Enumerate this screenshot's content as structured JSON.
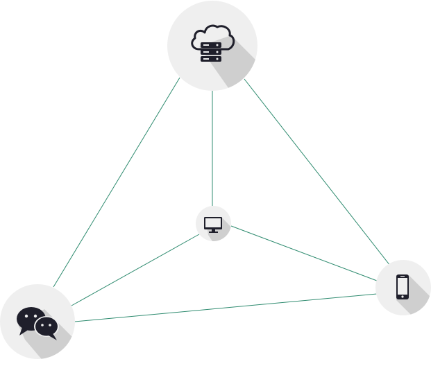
{
  "colors": {
    "link": "#2e8b6f",
    "node_background": "#efefef",
    "long_shadow": "#cfcfcf",
    "icon": "#1f1f2b"
  },
  "nodes": [
    {
      "id": "cloud-server",
      "icon": "cloud-server-icon"
    },
    {
      "id": "desktop",
      "icon": "desktop-monitor-icon"
    },
    {
      "id": "chat",
      "icon": "chat-bubbles-icon"
    },
    {
      "id": "phone",
      "icon": "smartphone-icon"
    }
  ],
  "links": [
    {
      "from": "cloud-server",
      "to": "chat"
    },
    {
      "from": "cloud-server",
      "to": "desktop"
    },
    {
      "from": "cloud-server",
      "to": "phone"
    },
    {
      "from": "desktop",
      "to": "chat"
    },
    {
      "from": "desktop",
      "to": "phone"
    },
    {
      "from": "chat",
      "to": "phone"
    }
  ]
}
